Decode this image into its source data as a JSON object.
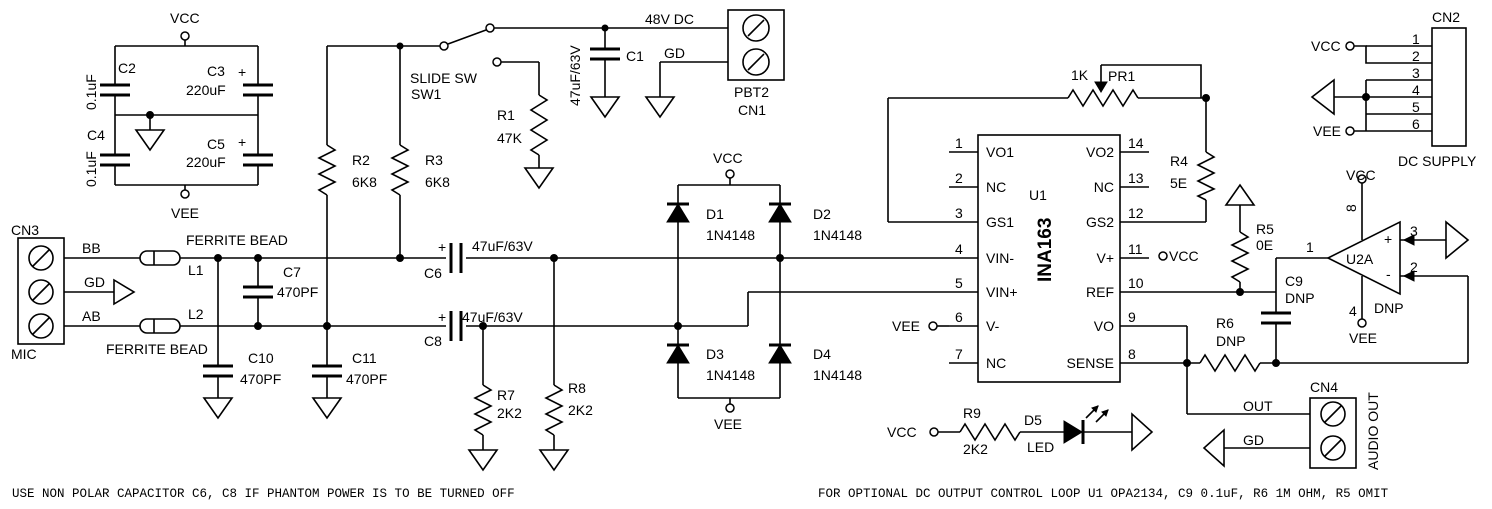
{
  "labels": {
    "vcc": "VCC",
    "vee": "VEE",
    "c2": "C2",
    "c2_val": "0.1uF",
    "c3": "C3",
    "c3_val": "220uF",
    "c4": "C4",
    "c4_val": "0.1uF",
    "c5": "C5",
    "c5_val": "220uF",
    "slide_sw": "SLIDE SW",
    "sw1": "SW1",
    "r1": "R1",
    "r1_val": "47K",
    "c1": "C1",
    "c1_val": "47uF/63V",
    "v48": "48V DC",
    "gd": "GD",
    "pbt2": "PBT2",
    "cn1": "CN1",
    "r2": "R2",
    "r2_val": "6K8",
    "r3": "R3",
    "r3_val": "6K8",
    "cn3": "CN3",
    "mic": "MIC",
    "bb": "BB",
    "ab": "AB",
    "ferrite1": "FERRITE BEAD",
    "ferrite2": "FERRITE BEAD",
    "l1": "L1",
    "l2": "L2",
    "c7": "C7",
    "c7_val": "470PF",
    "c10": "C10",
    "c10_val": "470PF",
    "c11": "C11",
    "c11_val": "470PF",
    "c6": "C6",
    "c6_val": "47uF/63V",
    "c8": "C8",
    "c8_val": "47uF/63V",
    "plus": "+",
    "minus": "-",
    "r7": "R7",
    "r7_val": "2K2",
    "r8": "R8",
    "r8_val": "2K2",
    "d1": "D1",
    "d2": "D2",
    "d3": "D3",
    "d4": "D4",
    "diode_val": "1N4148",
    "u1": "U1",
    "ina": "INA163",
    "pr1": "PR1",
    "pr1_val": "1K",
    "r4": "R4",
    "r4_val": "5E",
    "r5": "R5",
    "r5_val": "0E",
    "c9": "C9",
    "dnp": "DNP",
    "r6": "R6",
    "u2a": "U2A",
    "cn2": "CN2",
    "dc_supply": "DC SUPPLY",
    "cn4": "CN4",
    "audio_out": "AUDIO OUT",
    "out": "OUT",
    "r9": "R9",
    "r9_val": "2K2",
    "d5": "D5",
    "led": "LED",
    "note_left": "USE NON POLAR CAPACITOR C6, C8 IF PHANTOM POWER IS TO BE TURNED OFF",
    "note_right": "FOR OPTIONAL DC OUTPUT CONTROL LOOP U1 OPA2134, C9 0.1uF, R6 1M OHM, R5 OMIT"
  },
  "ina163": {
    "left_pins": [
      {
        "num": "1",
        "name": "VO1"
      },
      {
        "num": "2",
        "name": "NC"
      },
      {
        "num": "3",
        "name": "GS1"
      },
      {
        "num": "4",
        "name": "VIN-"
      },
      {
        "num": "5",
        "name": "VIN+"
      },
      {
        "num": "6",
        "name": "V-"
      },
      {
        "num": "7",
        "name": "NC"
      }
    ],
    "right_pins": [
      {
        "num": "14",
        "name": "VO2"
      },
      {
        "num": "13",
        "name": "NC"
      },
      {
        "num": "12",
        "name": "GS2"
      },
      {
        "num": "11",
        "name": "V+"
      },
      {
        "num": "10",
        "name": "REF"
      },
      {
        "num": "9",
        "name": "VO"
      },
      {
        "num": "8",
        "name": "SENSE"
      }
    ]
  },
  "u2a_pins": {
    "out": "1",
    "in_minus": "2",
    "in_plus": "3",
    "vee": "4",
    "vcc": "8"
  },
  "cn2_pins": [
    "1",
    "2",
    "3",
    "4",
    "5",
    "6"
  ]
}
